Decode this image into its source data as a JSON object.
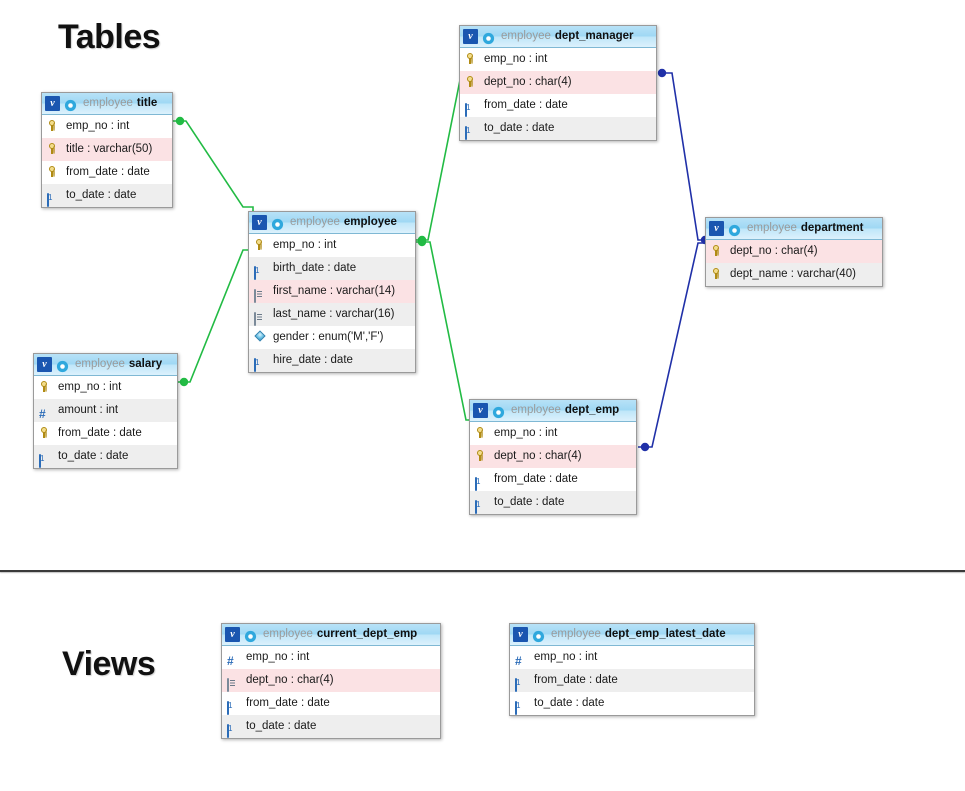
{
  "sections": {
    "tables_label": "Tables",
    "views_label": "Views"
  },
  "colors": {
    "fk_edge_green": "#22bb44",
    "fk_edge_blue": "#2030a8",
    "header_blue": "#9fd8f4",
    "pk_row_pink": "#fbe2e4",
    "alt_row_gray": "#eeeeee",
    "badge_blue": "#1a56b0",
    "schema_gray": "#9a9a9a"
  },
  "schema": "employee",
  "entities": {
    "title": {
      "badge": "v",
      "schema": "employee",
      "name": "title",
      "columns": [
        {
          "icon": "key-icon",
          "label": "emp_no : int",
          "style": "norm"
        },
        {
          "icon": "key-icon",
          "label": "title : varchar(50)",
          "style": "pk"
        },
        {
          "icon": "key-icon",
          "label": "from_date : date",
          "style": "norm"
        },
        {
          "icon": "date-icon",
          "label": "to_date : date",
          "style": "alt"
        }
      ]
    },
    "employee": {
      "badge": "v",
      "schema": "employee",
      "name": "employee",
      "columns": [
        {
          "icon": "key-icon",
          "label": "emp_no : int",
          "style": "norm"
        },
        {
          "icon": "date-icon",
          "label": "birth_date : date",
          "style": "alt"
        },
        {
          "icon": "text-icon",
          "label": "first_name : varchar(14)",
          "style": "pk"
        },
        {
          "icon": "text-icon",
          "label": "last_name : varchar(16)",
          "style": "alt"
        },
        {
          "icon": "enum-icon",
          "label": "gender : enum('M','F')",
          "style": "norm"
        },
        {
          "icon": "date-icon",
          "label": "hire_date : date",
          "style": "alt"
        }
      ]
    },
    "salary": {
      "badge": "v",
      "schema": "employee",
      "name": "salary",
      "columns": [
        {
          "icon": "key-icon",
          "label": "emp_no : int",
          "style": "norm"
        },
        {
          "icon": "num-icon",
          "label": "amount : int",
          "style": "alt"
        },
        {
          "icon": "key-icon",
          "label": "from_date : date",
          "style": "norm"
        },
        {
          "icon": "date-icon",
          "label": "to_date : date",
          "style": "alt"
        }
      ]
    },
    "dept_manager": {
      "badge": "v",
      "schema": "employee",
      "name": "dept_manager",
      "columns": [
        {
          "icon": "key-icon",
          "label": "emp_no : int",
          "style": "norm"
        },
        {
          "icon": "key-icon",
          "label": "dept_no : char(4)",
          "style": "pk"
        },
        {
          "icon": "date-icon",
          "label": "from_date : date",
          "style": "norm"
        },
        {
          "icon": "date-icon",
          "label": "to_date : date",
          "style": "alt"
        }
      ]
    },
    "dept_emp": {
      "badge": "v",
      "schema": "employee",
      "name": "dept_emp",
      "columns": [
        {
          "icon": "key-icon",
          "label": "emp_no : int",
          "style": "norm"
        },
        {
          "icon": "key-icon",
          "label": "dept_no : char(4)",
          "style": "pk"
        },
        {
          "icon": "date-icon",
          "label": "from_date : date",
          "style": "norm"
        },
        {
          "icon": "date-icon",
          "label": "to_date : date",
          "style": "alt"
        }
      ]
    },
    "department": {
      "badge": "v",
      "schema": "employee",
      "name": "department",
      "columns": [
        {
          "icon": "key-icon",
          "label": "dept_no : char(4)",
          "style": "pk"
        },
        {
          "icon": "key-icon",
          "label": "dept_name : varchar(40)",
          "style": "alt"
        }
      ]
    },
    "current_dept_emp": {
      "badge": "v",
      "schema": "employee",
      "name": "current_dept_emp",
      "columns": [
        {
          "icon": "num-icon",
          "label": "emp_no : int",
          "style": "norm"
        },
        {
          "icon": "text-icon",
          "label": "dept_no : char(4)",
          "style": "pk"
        },
        {
          "icon": "date-icon",
          "label": "from_date : date",
          "style": "norm"
        },
        {
          "icon": "date-icon",
          "label": "to_date : date",
          "style": "alt"
        }
      ]
    },
    "dept_emp_latest_date": {
      "badge": "v",
      "schema": "employee",
      "name": "dept_emp_latest_date",
      "columns": [
        {
          "icon": "num-icon",
          "label": "emp_no : int",
          "style": "norm"
        },
        {
          "icon": "date-icon",
          "label": "from_date : date",
          "style": "alt"
        },
        {
          "icon": "date-icon",
          "label": "to_date : date",
          "style": "norm"
        }
      ]
    }
  },
  "relationships": [
    {
      "from": "title",
      "to": "employee",
      "color": "green"
    },
    {
      "from": "salary",
      "to": "employee",
      "color": "green"
    },
    {
      "from": "employee",
      "to": "dept_manager",
      "color": "green"
    },
    {
      "from": "employee",
      "to": "dept_emp",
      "color": "green"
    },
    {
      "from": "dept_manager",
      "to": "department",
      "color": "blue"
    },
    {
      "from": "dept_emp",
      "to": "department",
      "color": "blue"
    }
  ]
}
